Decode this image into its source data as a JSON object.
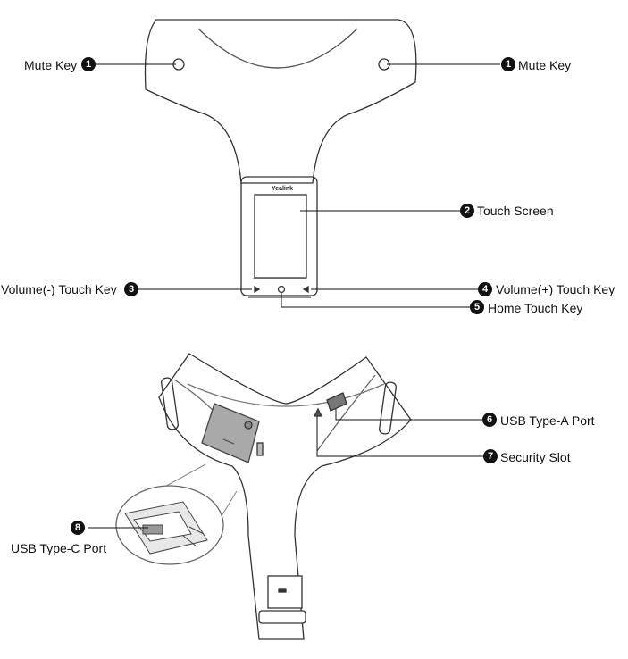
{
  "brand": "Yealink",
  "callouts": [
    {
      "id": "mute-key-left",
      "number": "1",
      "label": "Mute Key"
    },
    {
      "id": "mute-key-right",
      "number": "1",
      "label": "Mute Key"
    },
    {
      "id": "touch-screen",
      "number": "2",
      "label": "Touch Screen"
    },
    {
      "id": "volume-minus",
      "number": "3",
      "label": "Volume(-) Touch Key"
    },
    {
      "id": "volume-plus",
      "number": "4",
      "label": "Volume(+) Touch Key"
    },
    {
      "id": "home-key",
      "number": "5",
      "label": "Home Touch Key"
    },
    {
      "id": "usb-type-a",
      "number": "6",
      "label": "USB Type-A Port"
    },
    {
      "id": "security-slot",
      "number": "7",
      "label": "Security Slot"
    },
    {
      "id": "usb-type-c",
      "number": "8",
      "label": "USB Type-C Port"
    }
  ]
}
